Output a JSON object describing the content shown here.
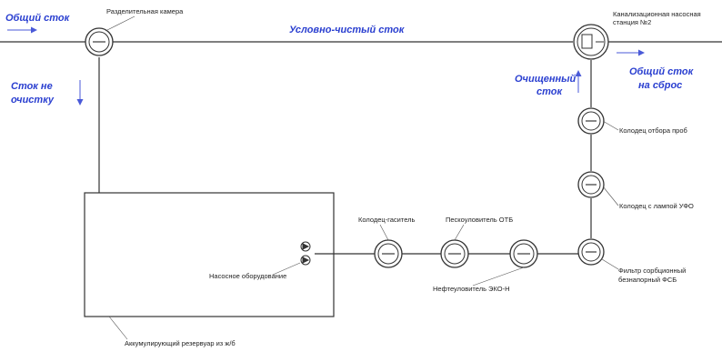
{
  "flows": {
    "general_inflow": "Общий сток",
    "to_treatment_line1": "Сток не",
    "to_treatment_line2": "очистку",
    "conditionally_clean": "Условно-чистый сток",
    "treated_line1": "Очищенный",
    "treated_line2": "сток",
    "discharge_line1": "Общий сток",
    "discharge_line2": "на сброс"
  },
  "labels": {
    "separation_chamber": "Разделительная камера",
    "pump_station_line1": "Канализационная насосная",
    "pump_station_line2": "станция №2",
    "sampling_well": "Колодец отбора проб",
    "uv_well": "Колодец с лампой УФО",
    "sorption_filter_line1": "Фильтр сорбционный",
    "sorption_filter_line2": "безнапорный ФСБ",
    "damping_well": "Колодец-гаситель",
    "sand_trap": "Пескоуловитель ОТБ",
    "oil_trap": "Нефтеуловитель ЭКО-Н",
    "pump_equipment": "Насосное оборудование",
    "reservoir": "Аккумулирующий резервуар из ж/б"
  },
  "colors": {
    "flow_text": "#2a3fd0",
    "line": "#333333"
  }
}
